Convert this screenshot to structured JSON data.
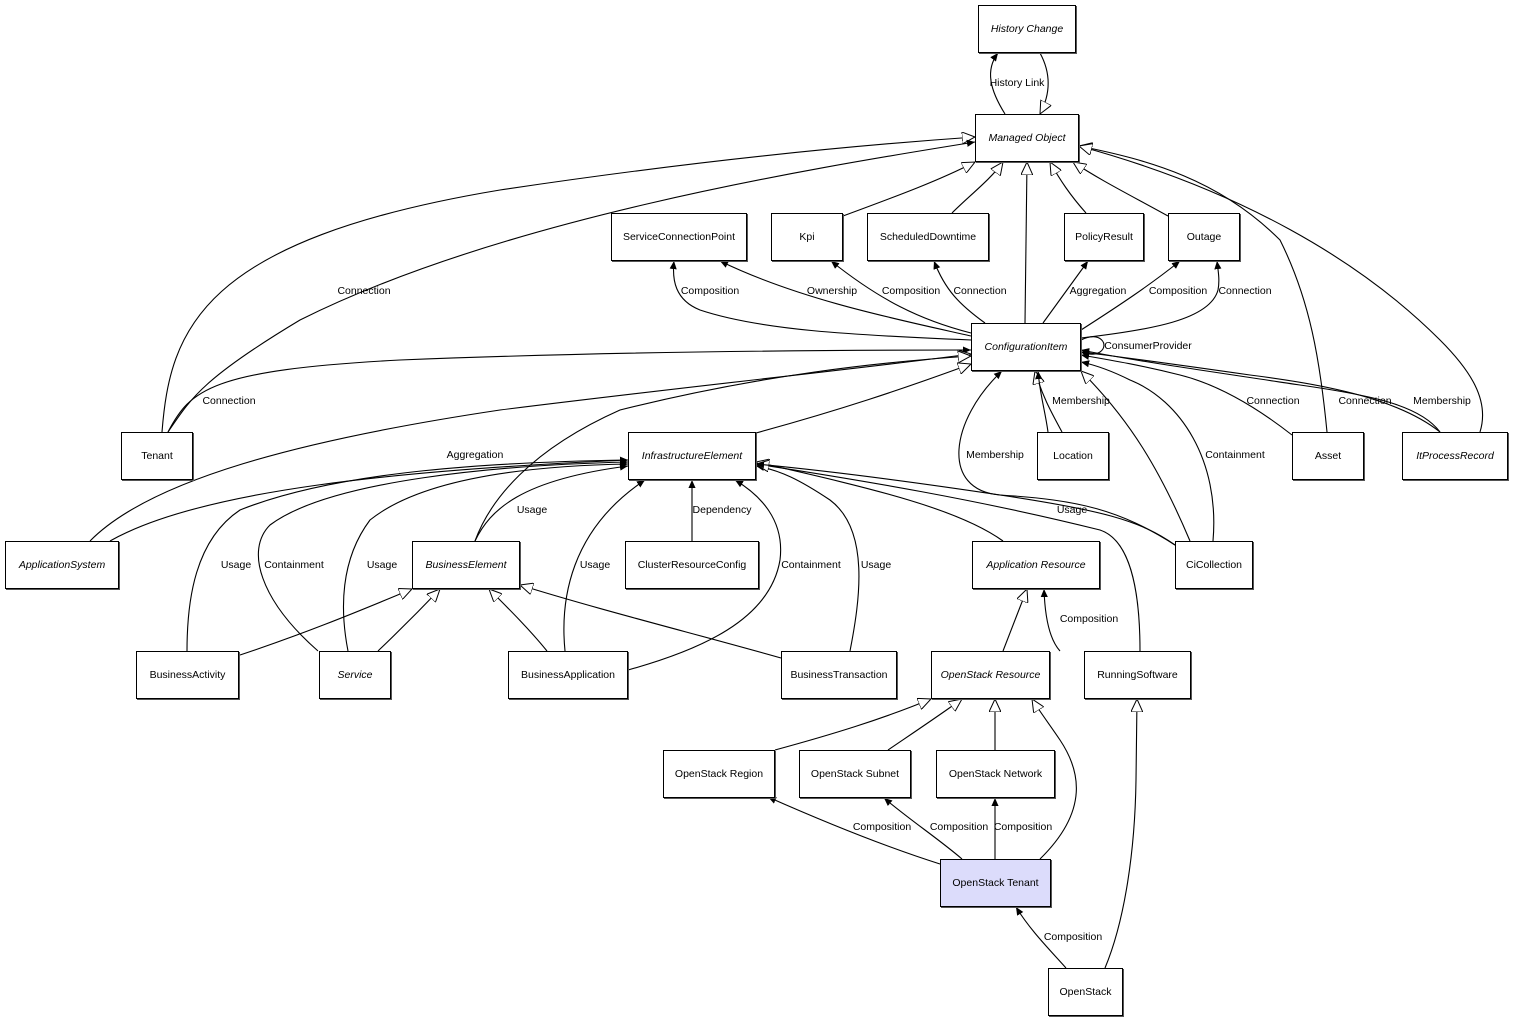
{
  "diagram": {
    "title": "OpenStack Tenant class relationship diagram",
    "highlight_color": "#dcdcfb",
    "nodes": {
      "history_change": {
        "label": "History Change",
        "abstract": true
      },
      "managed_object": {
        "label": "Managed Object",
        "abstract": true
      },
      "service_connection_point": {
        "label": "ServiceConnectionPoint",
        "abstract": false
      },
      "kpi": {
        "label": "Kpi",
        "abstract": false
      },
      "scheduled_downtime": {
        "label": "ScheduledDowntime",
        "abstract": false
      },
      "policy_result": {
        "label": "PolicyResult",
        "abstract": false
      },
      "outage": {
        "label": "Outage",
        "abstract": false
      },
      "configuration_item": {
        "label": "ConfigurationItem",
        "abstract": true
      },
      "tenant": {
        "label": "Tenant",
        "abstract": false
      },
      "infrastructure_element": {
        "label": "InfrastructureElement",
        "abstract": true
      },
      "location": {
        "label": "Location",
        "abstract": false
      },
      "asset": {
        "label": "Asset",
        "abstract": false
      },
      "it_process_record": {
        "label": "ItProcessRecord",
        "abstract": true
      },
      "application_system": {
        "label": "ApplicationSystem",
        "abstract": true
      },
      "business_element": {
        "label": "BusinessElement",
        "abstract": true
      },
      "cluster_resource_config": {
        "label": "ClusterResourceConfig",
        "abstract": false
      },
      "application_resource": {
        "label": "Application Resource",
        "abstract": true
      },
      "ci_collection": {
        "label": "CiCollection",
        "abstract": false
      },
      "business_activity": {
        "label": "BusinessActivity",
        "abstract": false
      },
      "service": {
        "label": "Service",
        "abstract": true
      },
      "business_application": {
        "label": "BusinessApplication",
        "abstract": false
      },
      "business_transaction": {
        "label": "BusinessTransaction",
        "abstract": false
      },
      "openstack_resource": {
        "label": "OpenStack Resource",
        "abstract": true
      },
      "running_software": {
        "label": "RunningSoftware",
        "abstract": false
      },
      "openstack_region": {
        "label": "OpenStack Region",
        "abstract": false
      },
      "openstack_subnet": {
        "label": "OpenStack Subnet",
        "abstract": false
      },
      "openstack_network": {
        "label": "OpenStack Network",
        "abstract": false
      },
      "openstack_tenant": {
        "label": "OpenStack Tenant",
        "abstract": false,
        "selected": true
      },
      "openstack": {
        "label": "OpenStack",
        "abstract": false
      }
    },
    "edges": [
      {
        "from": "managed_object",
        "to": "history_change",
        "type": "association",
        "label": "History Link"
      },
      {
        "from": "history_change",
        "to": "managed_object",
        "type": "inheritance",
        "label": ""
      },
      {
        "from": "tenant",
        "to": "managed_object",
        "type": "inheritance",
        "label": ""
      },
      {
        "from": "tenant",
        "to": "managed_object",
        "type": "association",
        "label": "Connection"
      },
      {
        "from": "kpi",
        "to": "managed_object",
        "type": "inheritance",
        "label": ""
      },
      {
        "from": "scheduled_downtime",
        "to": "managed_object",
        "type": "inheritance",
        "label": ""
      },
      {
        "from": "configuration_item",
        "to": "managed_object",
        "type": "inheritance",
        "label": ""
      },
      {
        "from": "policy_result",
        "to": "managed_object",
        "type": "inheritance",
        "label": ""
      },
      {
        "from": "outage",
        "to": "managed_object",
        "type": "inheritance",
        "label": ""
      },
      {
        "from": "asset",
        "to": "managed_object",
        "type": "inheritance",
        "label": ""
      },
      {
        "from": "it_process_record",
        "to": "managed_object",
        "type": "inheritance",
        "label": ""
      },
      {
        "from": "configuration_item",
        "to": "service_connection_point",
        "type": "association",
        "label": "Composition"
      },
      {
        "from": "configuration_item",
        "to": "service_connection_point",
        "type": "association",
        "label": "Ownership"
      },
      {
        "from": "configuration_item",
        "to": "kpi",
        "type": "association",
        "label": "Composition"
      },
      {
        "from": "configuration_item",
        "to": "scheduled_downtime",
        "type": "association",
        "label": "Connection"
      },
      {
        "from": "configuration_item",
        "to": "policy_result",
        "type": "association",
        "label": "Aggregation"
      },
      {
        "from": "configuration_item",
        "to": "outage",
        "type": "association",
        "label": "Composition"
      },
      {
        "from": "configuration_item",
        "to": "outage",
        "type": "association",
        "label": "Connection"
      },
      {
        "from": "configuration_item",
        "to": "configuration_item",
        "type": "association",
        "label": "ConsumerProvider"
      },
      {
        "from": "tenant",
        "to": "configuration_item",
        "type": "association",
        "label": "Connection"
      },
      {
        "from": "application_system",
        "to": "configuration_item",
        "type": "inheritance",
        "label": ""
      },
      {
        "from": "infrastructure_element",
        "to": "configuration_item",
        "type": "inheritance",
        "label": ""
      },
      {
        "from": "business_element",
        "to": "configuration_item",
        "type": "inheritance",
        "label": ""
      },
      {
        "from": "location",
        "to": "configuration_item",
        "type": "inheritance",
        "label": ""
      },
      {
        "from": "location",
        "to": "configuration_item",
        "type": "association",
        "label": "Membership"
      },
      {
        "from": "ci_collection",
        "to": "configuration_item",
        "type": "association",
        "label": "Membership"
      },
      {
        "from": "ci_collection",
        "to": "configuration_item",
        "type": "inheritance",
        "label": ""
      },
      {
        "from": "ci_collection",
        "to": "configuration_item",
        "type": "association",
        "label": "Containment"
      },
      {
        "from": "asset",
        "to": "configuration_item",
        "type": "association",
        "label": "Connection"
      },
      {
        "from": "it_process_record",
        "to": "configuration_item",
        "type": "association",
        "label": "Connection"
      },
      {
        "from": "it_process_record",
        "to": "configuration_item",
        "type": "association",
        "label": "Membership"
      },
      {
        "from": "application_system",
        "to": "infrastructure_element",
        "type": "association",
        "label": "Aggregation"
      },
      {
        "from": "business_activity",
        "to": "infrastructure_element",
        "type": "association",
        "label": "Usage"
      },
      {
        "from": "service",
        "to": "infrastructure_element",
        "type": "association",
        "label": "Containment"
      },
      {
        "from": "service",
        "to": "infrastructure_element",
        "type": "association",
        "label": "Usage"
      },
      {
        "from": "business_element",
        "to": "infrastructure_element",
        "type": "association",
        "label": "Usage"
      },
      {
        "from": "business_application",
        "to": "infrastructure_element",
        "type": "association",
        "label": "Usage"
      },
      {
        "from": "cluster_resource_config",
        "to": "infrastructure_element",
        "type": "association",
        "label": "Dependency"
      },
      {
        "from": "business_application",
        "to": "infrastructure_element",
        "type": "association",
        "label": "Containment"
      },
      {
        "from": "business_transaction",
        "to": "infrastructure_element",
        "type": "association",
        "label": "Usage"
      },
      {
        "from": "application_resource",
        "to": "infrastructure_element",
        "type": "inheritance",
        "label": ""
      },
      {
        "from": "running_software",
        "to": "infrastructure_element",
        "type": "inheritance",
        "label": ""
      },
      {
        "from": "ci_collection",
        "to": "infrastructure_element",
        "type": "association",
        "label": "Usage"
      },
      {
        "from": "business_activity",
        "to": "business_element",
        "type": "inheritance",
        "label": ""
      },
      {
        "from": "service",
        "to": "business_element",
        "type": "inheritance",
        "label": ""
      },
      {
        "from": "business_application",
        "to": "business_element",
        "type": "inheritance",
        "label": ""
      },
      {
        "from": "business_transaction",
        "to": "business_element",
        "type": "inheritance",
        "label": ""
      },
      {
        "from": "openstack_resource",
        "to": "application_resource",
        "type": "inheritance",
        "label": ""
      },
      {
        "from": "running_software",
        "to": "application_resource",
        "type": "association",
        "label": "Composition"
      },
      {
        "from": "openstack_region",
        "to": "openstack_resource",
        "type": "inheritance",
        "label": ""
      },
      {
        "from": "openstack_subnet",
        "to": "openstack_resource",
        "type": "inheritance",
        "label": ""
      },
      {
        "from": "openstack_network",
        "to": "openstack_resource",
        "type": "inheritance",
        "label": ""
      },
      {
        "from": "openstack_tenant",
        "to": "openstack_resource",
        "type": "inheritance",
        "label": ""
      },
      {
        "from": "openstack",
        "to": "running_software",
        "type": "inheritance",
        "label": ""
      },
      {
        "from": "openstack_tenant",
        "to": "openstack_region",
        "type": "association",
        "label": "Composition"
      },
      {
        "from": "openstack_tenant",
        "to": "openstack_subnet",
        "type": "association",
        "label": "Composition"
      },
      {
        "from": "openstack_tenant",
        "to": "openstack_network",
        "type": "association",
        "label": "Composition"
      },
      {
        "from": "openstack",
        "to": "openstack_tenant",
        "type": "association",
        "label": "Composition"
      }
    ]
  }
}
